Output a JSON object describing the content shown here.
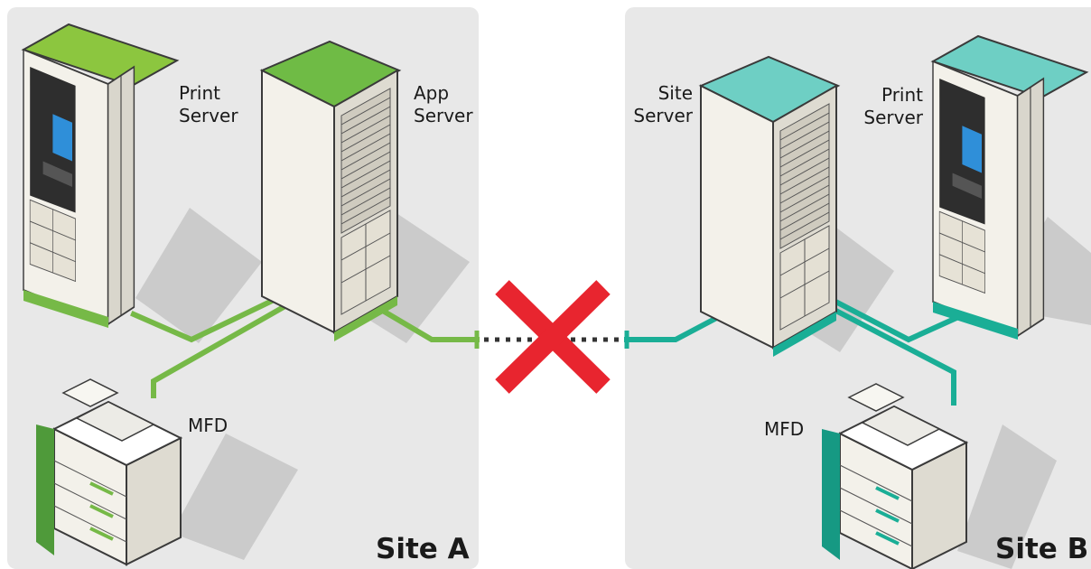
{
  "colors": {
    "panel": "#e8e8e8",
    "site_a_accent": "#76b947",
    "site_a_top": "#7dc24a",
    "site_b_accent": "#1aae96",
    "site_b_top": "#6ecfc4",
    "cross": "#e8252f",
    "shadow": "#c9c9c9"
  },
  "site_a": {
    "name": "Site A",
    "print_server": {
      "line1": "Print",
      "line2": "Server",
      "icon": "print-server-icon"
    },
    "app_server": {
      "line1": "App",
      "line2": "Server",
      "icon": "server-rack-icon"
    },
    "mfd": {
      "label": "MFD",
      "icon": "mfd-printer-icon"
    }
  },
  "site_b": {
    "name": "Site B",
    "site_server": {
      "line1": "Site",
      "line2": "Server",
      "icon": "server-rack-icon"
    },
    "print_server": {
      "line1": "Print",
      "line2": "Server",
      "icon": "print-server-icon"
    },
    "mfd": {
      "label": "MFD",
      "icon": "mfd-printer-icon"
    }
  },
  "link": {
    "status": "disconnected",
    "icon": "red-x-icon"
  }
}
